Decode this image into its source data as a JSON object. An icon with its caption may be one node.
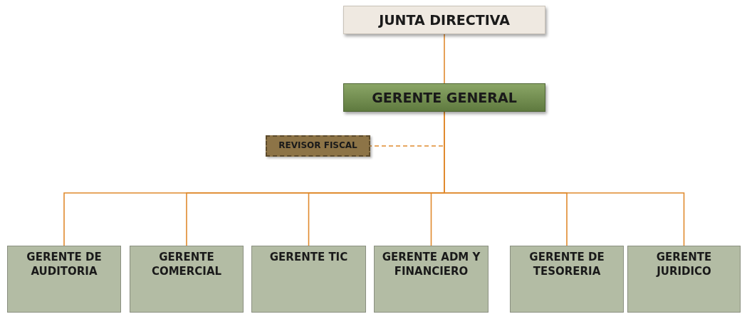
{
  "diagram": {
    "nodes": [
      {
        "text": [
          "JUNTA DIRECTIVA"
        ]
      },
      {
        "text": [
          "GERENTE GENERAL"
        ]
      },
      {
        "text": [
          "REVISOR FISCAL"
        ]
      },
      {
        "text": [
          "GERENTE DE AUDITORIA"
        ]
      },
      {
        "text": [
          "GERENTE COMERCIAL"
        ]
      },
      {
        "text": [
          "GERENTE TIC"
        ]
      },
      {
        "text": [
          "GERENTE ADM Y FINANCIERO"
        ]
      },
      {
        "text": [
          "GERENTE DE TESORERIA"
        ]
      },
      {
        "text": [
          "GERENTE JURIDICO"
        ]
      }
    ],
    "edges": [
      {
        "from": 0,
        "to": 1,
        "arrow": "none"
      },
      {
        "from": 1,
        "to": 2,
        "arrow": "none",
        "style": "dashed"
      },
      {
        "from": 1,
        "to": 3,
        "arrow": "none"
      },
      {
        "from": 1,
        "to": 4,
        "arrow": "none"
      },
      {
        "from": 1,
        "to": 5,
        "arrow": "none"
      },
      {
        "from": 1,
        "to": 6,
        "arrow": "none"
      },
      {
        "from": 1,
        "to": 7,
        "arrow": "none"
      },
      {
        "from": 1,
        "to": 8,
        "arrow": "none"
      }
    ]
  }
}
